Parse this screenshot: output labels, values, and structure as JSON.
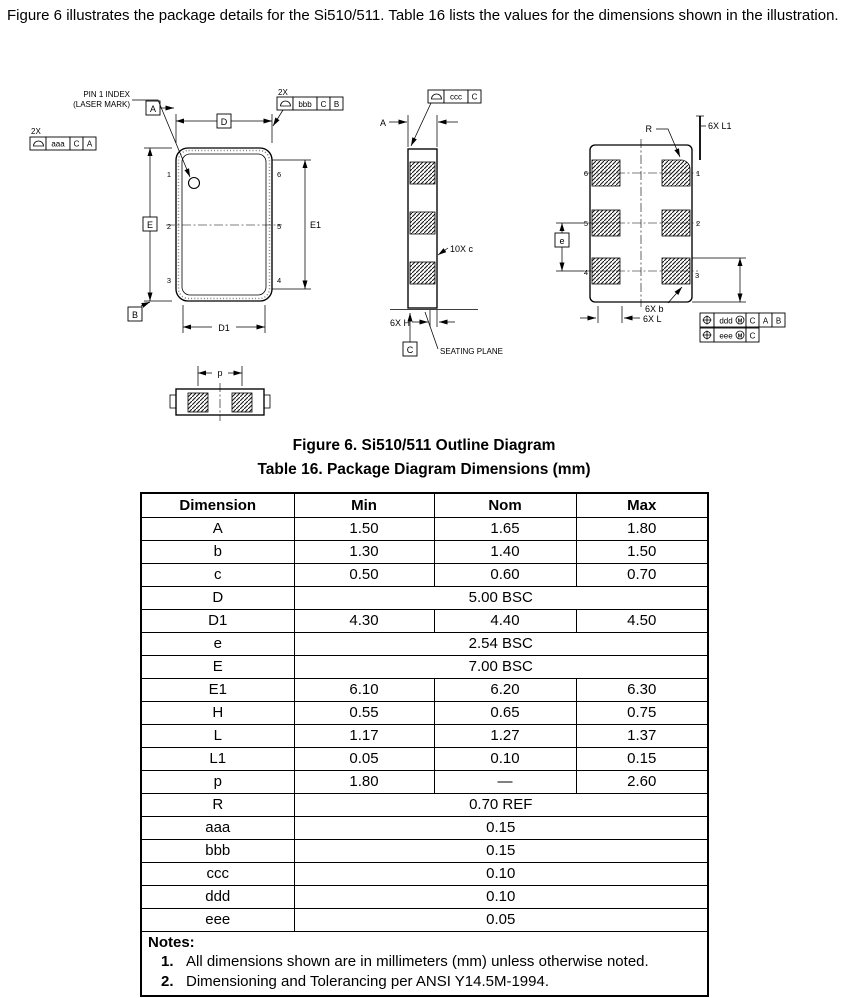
{
  "page": {
    "intro": "Figure 6 illustrates the package details for the Si510/511. Table 16 lists the values for the dimensions shown in the illustration.",
    "figure_caption": "Figure 6. Si510/511 Outline Diagram",
    "table_title": "Table 16. Package Diagram Dimensions (mm)"
  },
  "drawing": {
    "qty_2x": "2X",
    "front": {
      "pin1_label_1": "PIN 1 INDEX",
      "pin1_label_2": "(LASER MARK)",
      "datum_a": "A",
      "datum_b": "B",
      "dim_d": "D",
      "dim_e": "E",
      "dim_e1": "E1",
      "dim_d1": "D1",
      "frame_aaa": {
        "tol": "aaa",
        "d1": "C",
        "d2": "A"
      },
      "frame_bbb": {
        "tol": "bbb",
        "d1": "C",
        "d2": "B"
      },
      "pins_left": [
        "1",
        "2",
        "3"
      ],
      "pins_right": [
        "6",
        "5",
        "4"
      ]
    },
    "side": {
      "dim_a": "A",
      "frame_ccc": {
        "tol": "ccc",
        "d1": "C"
      },
      "c_label": "10X c",
      "h_label": "6X H",
      "datum_c": "C",
      "seating_plane": "SEATING PLANE"
    },
    "bottom": {
      "r_label": "R",
      "l1_label": "6X L1",
      "e_label": "e",
      "l_label": "6X L",
      "b_label": "6X b",
      "frame_ddd": {
        "tol": "ddd",
        "mod": "M",
        "d1": "C",
        "d2": "A",
        "d3": "B"
      },
      "frame_eee": {
        "tol": "eee",
        "mod": "M",
        "d1": "C"
      },
      "pins_left": [
        "6",
        "5",
        "4"
      ],
      "pins_right": [
        "1",
        "2",
        "3"
      ]
    },
    "section": {
      "p_label": "p"
    }
  },
  "table": {
    "headers": [
      "Dimension",
      "Min",
      "Nom",
      "Max"
    ],
    "rows": [
      {
        "dim": "A",
        "min": "1.50",
        "nom": "1.65",
        "max": "1.80"
      },
      {
        "dim": "b",
        "min": "1.30",
        "nom": "1.40",
        "max": "1.50"
      },
      {
        "dim": "c",
        "min": "0.50",
        "nom": "0.60",
        "max": "0.70"
      },
      {
        "dim": "D",
        "span": "5.00 BSC"
      },
      {
        "dim": "D1",
        "min": "4.30",
        "nom": "4.40",
        "max": "4.50"
      },
      {
        "dim": "e",
        "span": "2.54 BSC"
      },
      {
        "dim": "E",
        "span": "7.00 BSC"
      },
      {
        "dim": "E1",
        "min": "6.10",
        "nom": "6.20",
        "max": "6.30"
      },
      {
        "dim": "H",
        "min": "0.55",
        "nom": "0.65",
        "max": "0.75"
      },
      {
        "dim": "L",
        "min": "1.17",
        "nom": "1.27",
        "max": "1.37"
      },
      {
        "dim": "L1",
        "min": "0.05",
        "nom": "0.10",
        "max": "0.15"
      },
      {
        "dim": "p",
        "min": "1.80",
        "nom": "—",
        "max": "2.60"
      },
      {
        "dim": "R",
        "span": "0.70 REF"
      },
      {
        "dim": "aaa",
        "span": "0.15"
      },
      {
        "dim": "bbb",
        "span": "0.15"
      },
      {
        "dim": "ccc",
        "span": "0.10"
      },
      {
        "dim": "ddd",
        "span": "0.10"
      },
      {
        "dim": "eee",
        "span": "0.05"
      }
    ],
    "notes_label": "Notes:",
    "notes": [
      "All dimensions shown are in millimeters (mm) unless otherwise noted.",
      "Dimensioning and Tolerancing per ANSI Y14.5M-1994."
    ]
  }
}
